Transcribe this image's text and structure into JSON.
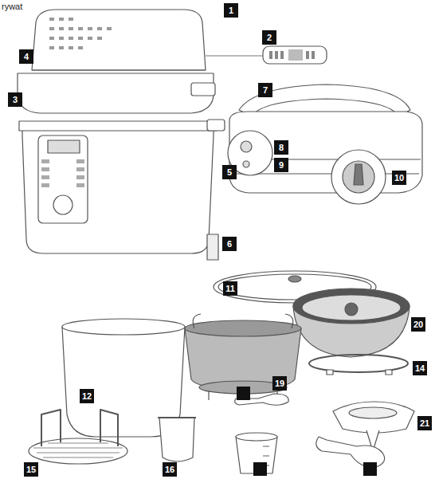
{
  "diagram": {
    "labels": [
      "rywat",
      "1",
      "2",
      "4",
      "3",
      "5",
      "6",
      "7",
      "8",
      "9",
      "10",
      "11",
      "20",
      "12",
      "19",
      "14",
      "21",
      "15",
      "16"
    ]
  }
}
